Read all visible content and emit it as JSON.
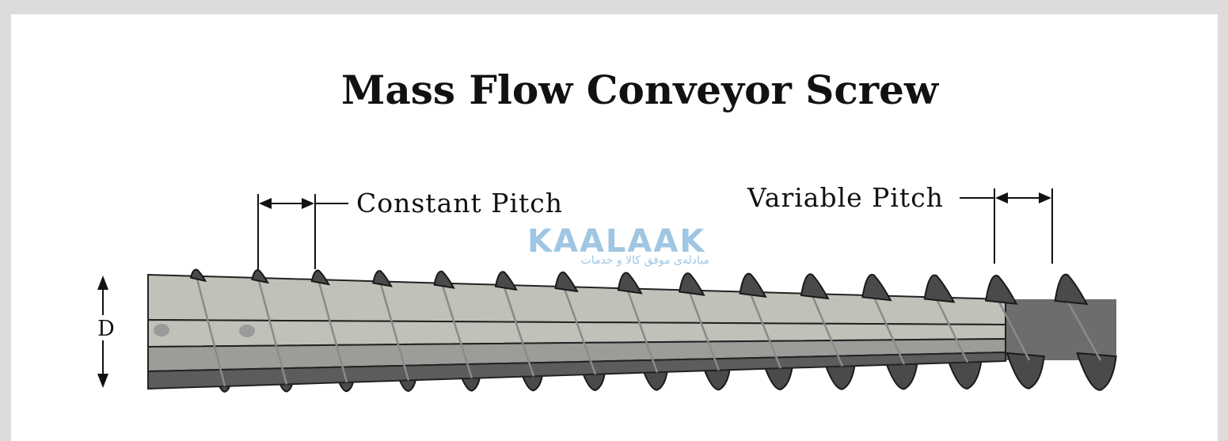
{
  "diagram": {
    "title": "Mass Flow Conveyor Screw",
    "labels": {
      "constant_pitch": "Constant Pitch",
      "variable_pitch": "Variable Pitch",
      "diameter": "D"
    }
  },
  "watermark": {
    "brand": "KAALAAK",
    "tagline": "مبادله‌ی موفق کالا و خدمات"
  },
  "colors": {
    "frame": "#dcdcdc",
    "panel": "#ffffff",
    "shaft_light": "#c1c1b9",
    "shaft_mid": "#9c9c99",
    "shaft_dark": "#5c5c5c",
    "shaft_darkest": "#424242",
    "flight": "#4a4a4a",
    "core": "#6d6d6d",
    "watermark_blue": "#7fb3d9",
    "watermark_yellow": "#f2c94c"
  }
}
